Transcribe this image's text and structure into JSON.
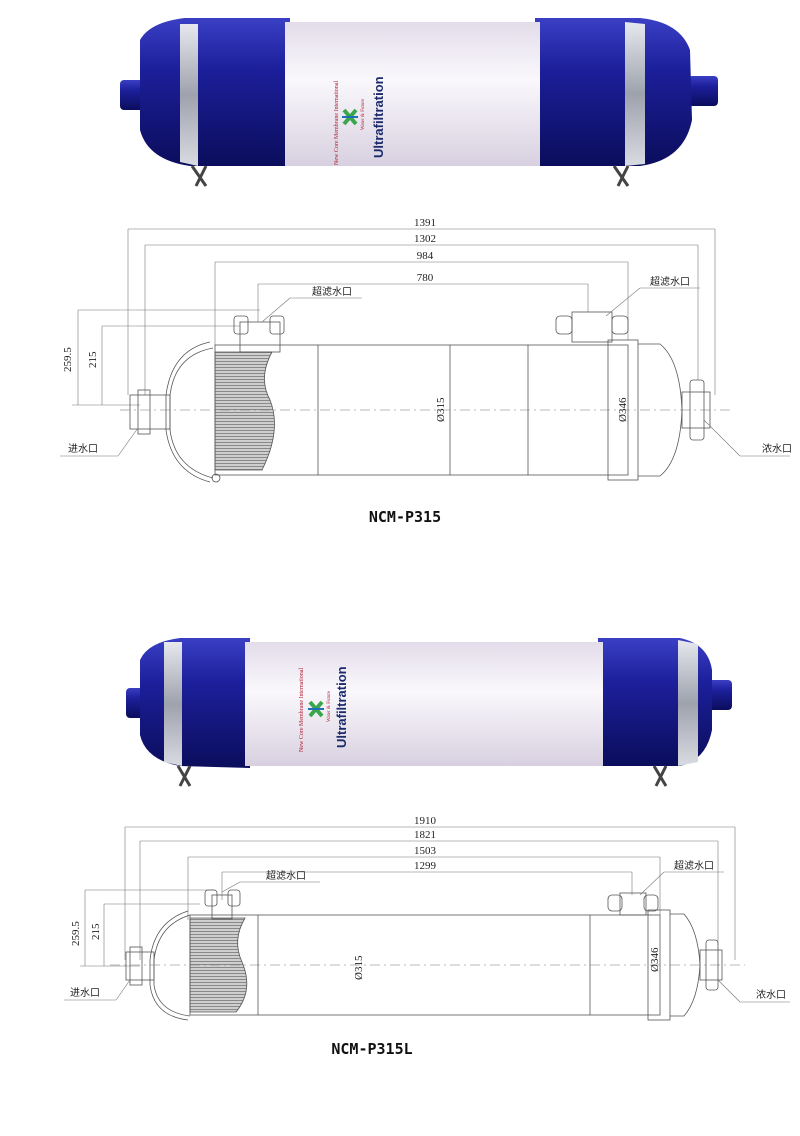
{
  "colors": {
    "cap_blue": "#1c1f9a",
    "cap_dark": "#0b0d5c",
    "body_white": "#f2eef6",
    "clamp_silver": "#c9ccd4",
    "logo_green": "#3aa64a"
  },
  "top": {
    "product": {
      "brand_text": "Ultrafiltration",
      "company_text": "New Core Membrane International",
      "logo_sub": "Water & Future"
    },
    "dimensions": {
      "d1391": "1391",
      "d1302": "1302",
      "d984": "984",
      "d780": "780",
      "h259": "259.5",
      "h215": "215",
      "dia315": "Ø315",
      "dia346": "Ø346"
    },
    "labels": {
      "filtrate_left": "超滤水口",
      "filtrate_right": "超滤水口",
      "inlet": "进水口",
      "concentrate": "浓水口"
    },
    "model": "NCM-P315"
  },
  "bottom": {
    "product": {
      "brand_text": "Ultrafiltration",
      "company_text": "New Core Membrane International",
      "logo_sub": "Water & Future"
    },
    "dimensions": {
      "d1910": "1910",
      "d1821": "1821",
      "d1503": "1503",
      "d1299": "1299",
      "h259": "259.5",
      "h215": "215",
      "dia315": "Ø315",
      "dia346": "Ø346"
    },
    "labels": {
      "filtrate_left": "超滤水口",
      "filtrate_right": "超滤水口",
      "inlet": "进水口",
      "concentrate": "浓水口"
    },
    "model": "NCM-P315L"
  }
}
